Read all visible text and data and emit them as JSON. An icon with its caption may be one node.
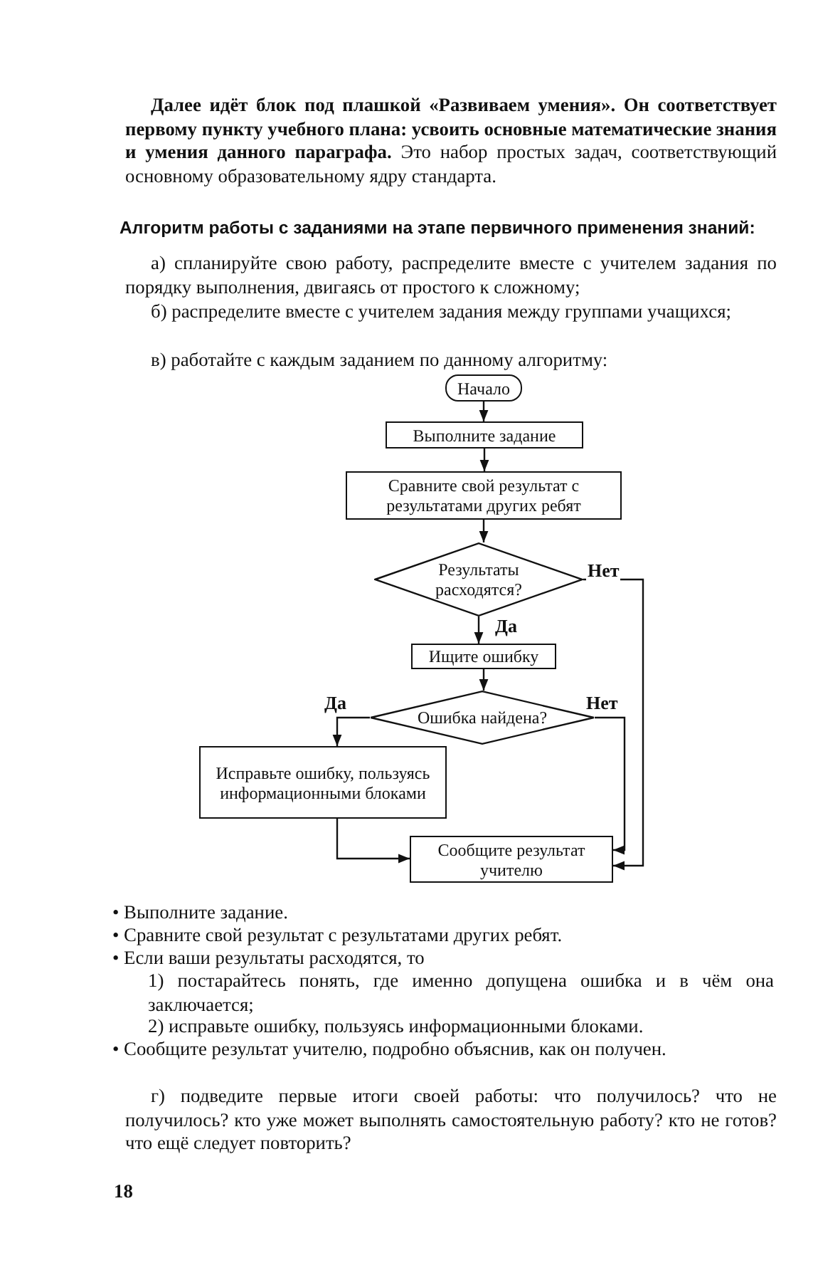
{
  "diagram": {
    "nodes": [
      {
        "text": [
          "Начало"
        ]
      },
      {
        "text": [
          "Выполните задание"
        ]
      },
      {
        "text": [
          "Сравните свой результат с результатами других ребят"
        ]
      },
      {
        "text": [
          "Результаты расходятся?"
        ]
      },
      {
        "text": [
          "Ищите ошибку"
        ]
      },
      {
        "text": [
          "Ошибка найдена?"
        ]
      },
      {
        "text": [
          "Исправьте ошибку, пользуясь информационными блоками"
        ]
      },
      {
        "text": [
          "Сообщите результат учителю"
        ]
      }
    ],
    "edges": [
      {
        "from": 0,
        "to": 1,
        "arrow": "to"
      },
      {
        "from": 1,
        "to": 2,
        "arrow": "to"
      },
      {
        "from": 2,
        "to": 3,
        "arrow": "to"
      },
      {
        "from": 3,
        "to": 4,
        "arrow": "to",
        "label": "Да"
      },
      {
        "from": 3,
        "to": 7,
        "arrow": "to",
        "label": "Нет"
      },
      {
        "from": 4,
        "to": 5,
        "arrow": "to"
      },
      {
        "from": 5,
        "to": 6,
        "arrow": "to",
        "label": "Да"
      },
      {
        "from": 5,
        "to": 7,
        "arrow": "to",
        "label": "Нет"
      },
      {
        "from": 6,
        "to": 7,
        "arrow": "to"
      }
    ],
    "labels": [
      "**Далее идёт блок под плашкой «Развиваем умения». Он соответствует первому пункту учебного плана: усвоить основные математические знания и умения данного параграфа.** Это набор простых задач, соответствующий основному образовательному ядру стандарта.",
      "Алгоритм работы с заданиями на этапе первичного применения знаний:",
      "а) спланируйте свою работу, распределите вместе с учителем задания по порядку выполнения, двигаясь от простого к сложному;",
      "б) распределите вместе с учителем задания между группами учащихся;",
      "в) работайте с каждым заданием по данному алгоритму:",
      "• Выполните задание.",
      "• Сравните свой результат с результатами других ребят.",
      "• Если ваши результаты расходятся, то",
      "1) постарайтесь понять, где именно допущена ошибка и в чём она заключается;",
      "2) исправьте ошибку, пользуясь информационными блоками.",
      "• Сообщите результат учителю, подробно объяснив, как он получен.",
      "г) подведите первые итоги своей работы: что получилось? что не получилось? кто уже может выполнять самостоятельную работу? кто не готов? что ещё следует повторить?",
      "18"
    ]
  }
}
